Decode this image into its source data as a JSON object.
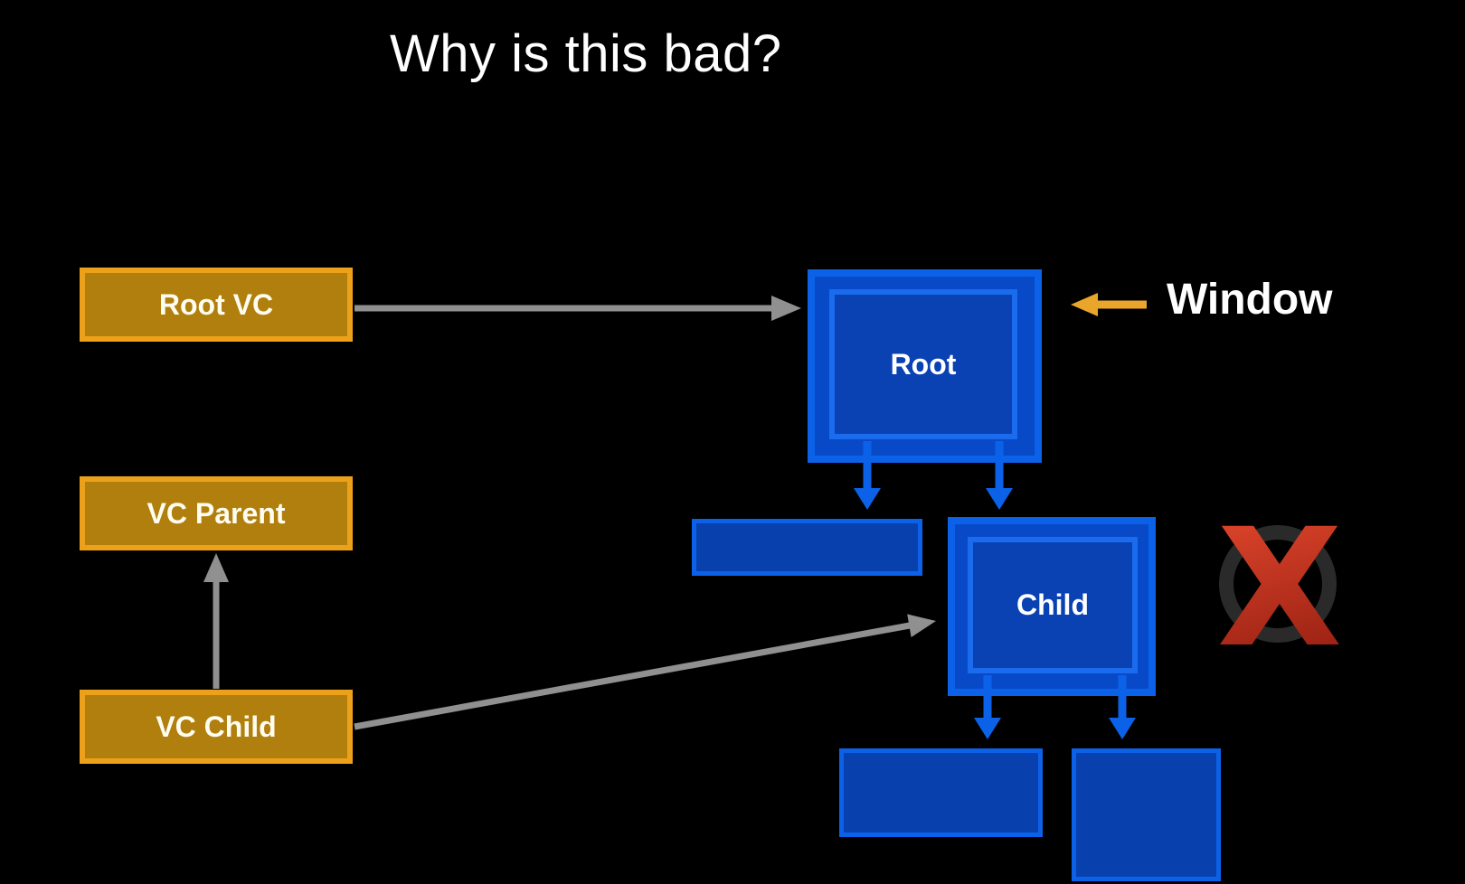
{
  "slide": {
    "title": "Why is this bad?",
    "vc_column": {
      "boxes": [
        {
          "label": "Root VC"
        },
        {
          "label": "VC Parent"
        },
        {
          "label": "VC Child"
        }
      ]
    },
    "view_hierarchy": {
      "root_label": "Root",
      "child_label": "Child",
      "window_label": "Window"
    },
    "icons": {
      "red_x_name": "red-x-icon",
      "red_x_glyph": "X"
    },
    "colors": {
      "background": "#000000",
      "title_text": "#FFFFFF",
      "vc_box_fill": "#B07F0D",
      "vc_box_border": "#EDA11B",
      "view_border_blue": "#0B62E8",
      "window_fill": "#0849C8",
      "view_fill_dark": "#0A42B4",
      "view_fill_mid": "#0841AE",
      "gray_arrow": "#909090",
      "amber_arrow": "#EAA62A",
      "x_red_top": "#E5492E",
      "x_red_bottom": "#992012",
      "x_ring_gray": "#2A2A2A"
    }
  }
}
